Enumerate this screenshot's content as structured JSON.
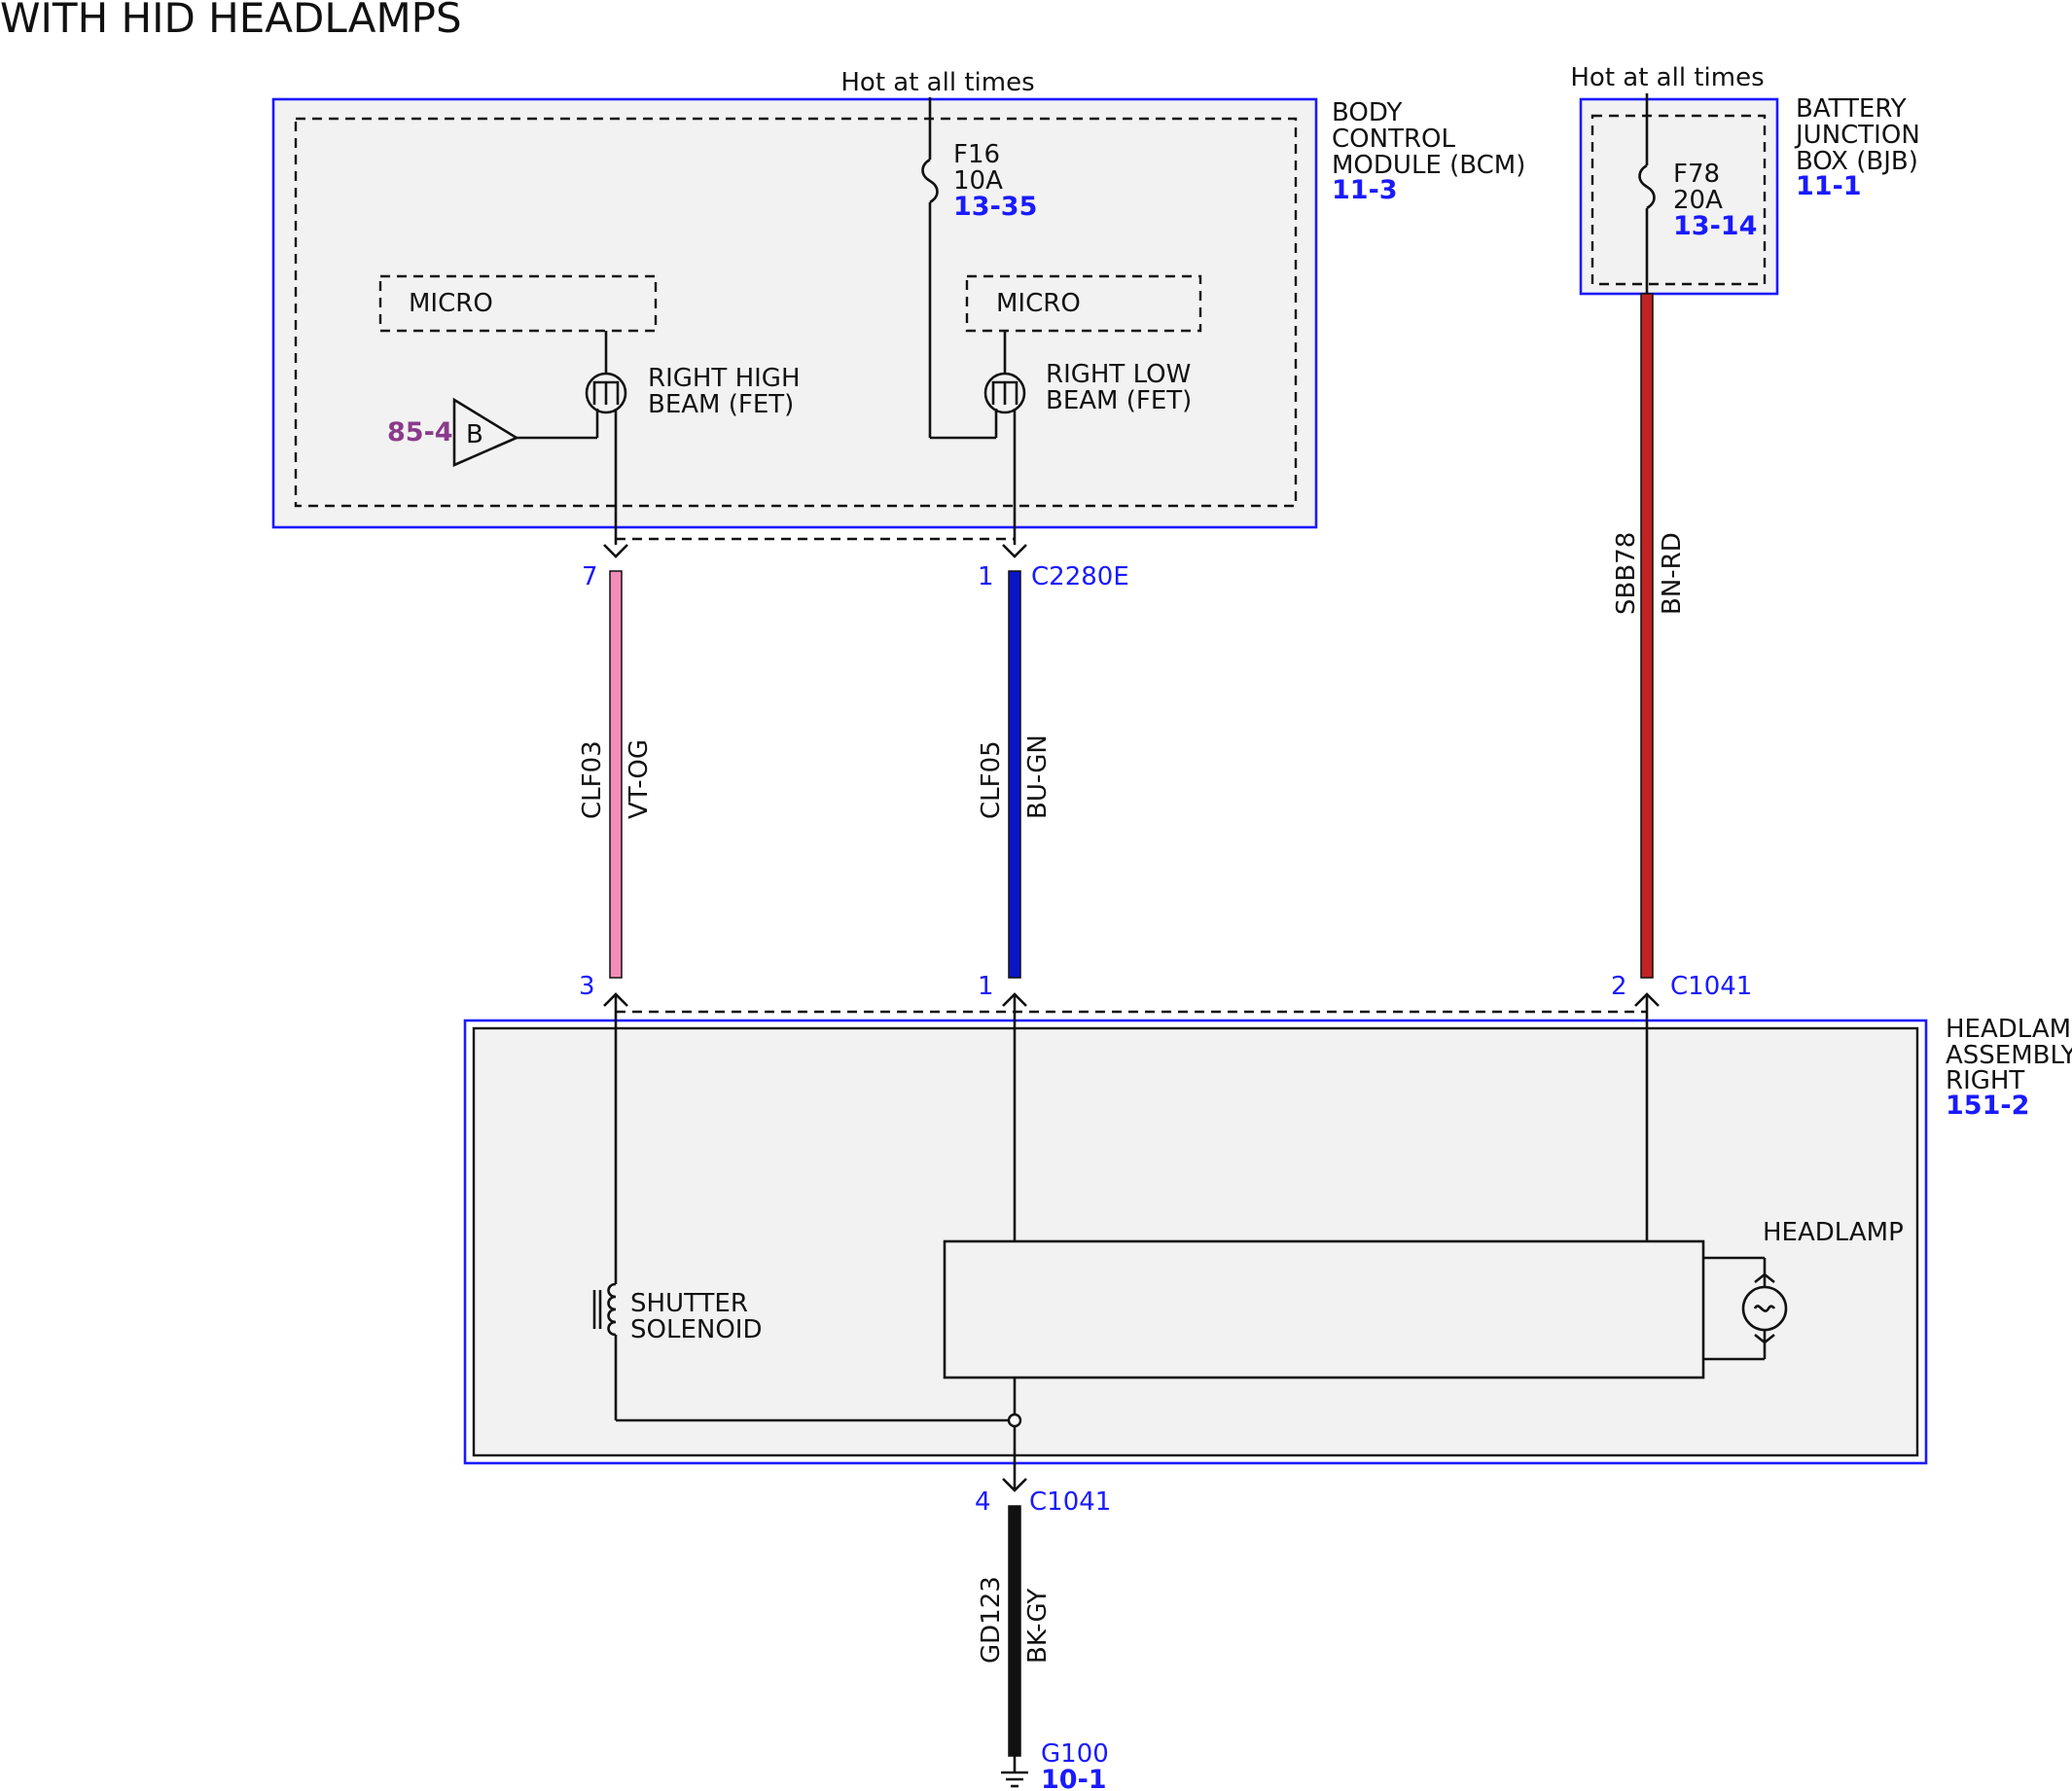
{
  "title": "WITH HID HEADLAMPS",
  "colors": {
    "component_outline": "#1a1aff",
    "component_fill": "#f2f2f2",
    "reference_link": "#1a1aff",
    "ground_reference": "#1a1aff",
    "splice_reference": "#8b3a8b",
    "wire_vt_og": "#f28cb8",
    "wire_bu_gn": "#0a14c8",
    "wire_bn_rd": "#c02424",
    "wire_bk_gy": "#111111"
  },
  "bcm": {
    "supply": "Hot at all times",
    "fuse_name": "F16",
    "fuse_rating": "10A",
    "fuse_ref": "13-35",
    "name_line1": "BODY",
    "name_line2": "CONTROL",
    "name_line3": "MODULE (BCM)",
    "ref": "11-3",
    "micro_left": "MICRO",
    "micro_right": "MICRO",
    "high_beam_line1": "RIGHT HIGH",
    "high_beam_line2": "BEAM (FET)",
    "low_beam_line1": "RIGHT LOW",
    "low_beam_line2": "BEAM (FET)",
    "splice_letter": "B",
    "splice_ref": "85-4"
  },
  "bjb": {
    "supply": "Hot at all times",
    "fuse_name": "F78",
    "fuse_rating": "20A",
    "fuse_ref": "13-14",
    "name_line1": "BATTERY",
    "name_line2": "JUNCTION",
    "name_line3": "BOX (BJB)",
    "ref": "11-1"
  },
  "connectors": {
    "bcm_connector": "C2280E",
    "bcm_pin_high": "7",
    "bcm_pin_low": "1",
    "lamp_pin_high": "3",
    "lamp_pin_low": "1",
    "lamp_pin_supply": "2",
    "lamp_connector": "C1041",
    "lamp_pin_ground": "4",
    "ground_connector": "C1041"
  },
  "wires": [
    {
      "circuit": "CLF03",
      "color": "VT-OG"
    },
    {
      "circuit": "CLF05",
      "color": "BU-GN"
    },
    {
      "circuit": "SBB78",
      "color": "BN-RD"
    },
    {
      "circuit": "GD123",
      "color": "BK-GY"
    }
  ],
  "headlamp_assembly": {
    "name_line1": "HEADLAMP",
    "name_line2": "ASSEMBLY,",
    "name_line3": "RIGHT",
    "ref": "151-2",
    "headlamp_label": "HEADLAMP",
    "solenoid_line1": "SHUTTER",
    "solenoid_line2": "SOLENOID"
  },
  "ground": {
    "name": "G100",
    "ref": "10-1"
  }
}
